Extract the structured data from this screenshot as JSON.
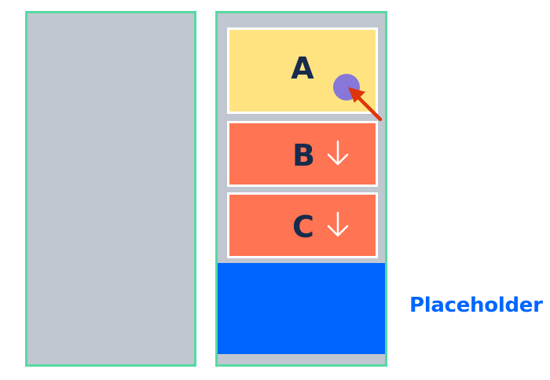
{
  "cards": [
    {
      "label": "A",
      "color": "#ffe380",
      "state": "dragging"
    },
    {
      "label": "B",
      "color": "#ff7452",
      "icon": "arrow-down-icon"
    },
    {
      "label": "C",
      "color": "#ff7452",
      "icon": "arrow-down-icon"
    }
  ],
  "placeholder": {
    "label": "Placeholder",
    "color": "#0065ff"
  },
  "colors": {
    "column_background": "#c1c7d0",
    "column_border": "#57d9a3",
    "card_text": "#172b4d",
    "cursor": "#8777d9",
    "pointer_arrow": "#de350b"
  }
}
